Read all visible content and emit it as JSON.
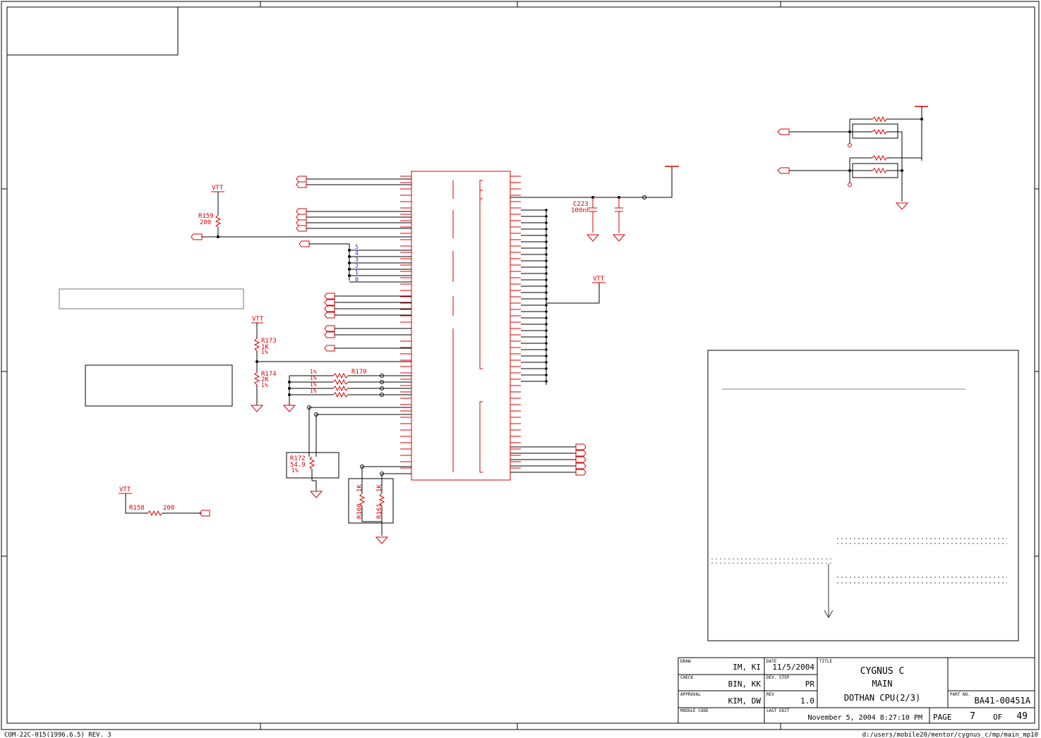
{
  "schematic": {
    "power_labels": [
      "VTT",
      "VTT",
      "VTT",
      "VTT"
    ],
    "resistors": {
      "r159": {
        "ref": "R159",
        "value": "200"
      },
      "r173": {
        "ref": "R173",
        "value": "1K",
        "tol": "1%"
      },
      "r174": {
        "ref": "R174",
        "value": "2K",
        "tol": "1%"
      },
      "r170": {
        "ref": "R170"
      },
      "r170_tols": [
        "1%",
        "1%",
        "1%",
        "1%"
      ],
      "r172": {
        "ref": "R172",
        "value": "54.9",
        "tol": "1%"
      },
      "r158": {
        "ref": "R158",
        "value": "200"
      },
      "r160": {
        "ref": "R160",
        "value": "1K"
      },
      "r161": {
        "ref": "R161",
        "value": "1K"
      }
    },
    "capacitor": {
      "ref": "C223",
      "value": "100nF"
    },
    "pin_numbers": [
      "5",
      "4",
      "3",
      "2",
      "1",
      "0"
    ]
  },
  "title_block": {
    "draw_label": "DRAW",
    "draw_value": "IM, KI",
    "check_label": "CHECK",
    "check_value": "BIN, KK",
    "approval_label": "APPROVAL",
    "approval_value": "KIM, DW",
    "module_code_label": "MODULE CODE",
    "date_label": "DATE",
    "date_value": "11/5/2004",
    "dev_step_label": "DEV. STEP",
    "dev_step_value": "PR",
    "rev_label": "REV",
    "rev_value": "1.0",
    "last_edit_label": "LAST EDIT",
    "last_edit_value": "November 5, 2004  8:27:10 PM",
    "title_label": "TITLE",
    "title_line1": "CYGNUS C",
    "title_line2": "MAIN",
    "title_line3": "DOTHAN CPU(2/3)",
    "part_no_label": "PART NO.",
    "part_no_value": "BA41-00451A",
    "page_label": "PAGE",
    "page_value": "7",
    "of_label": "OF",
    "total_pages": "49"
  },
  "footer": {
    "form_code": "COM-22C-015(1996.6.5) REV. 3",
    "file_path": "d:/users/mobile20/mentor/cygnus_c/mp/main_mp10"
  }
}
